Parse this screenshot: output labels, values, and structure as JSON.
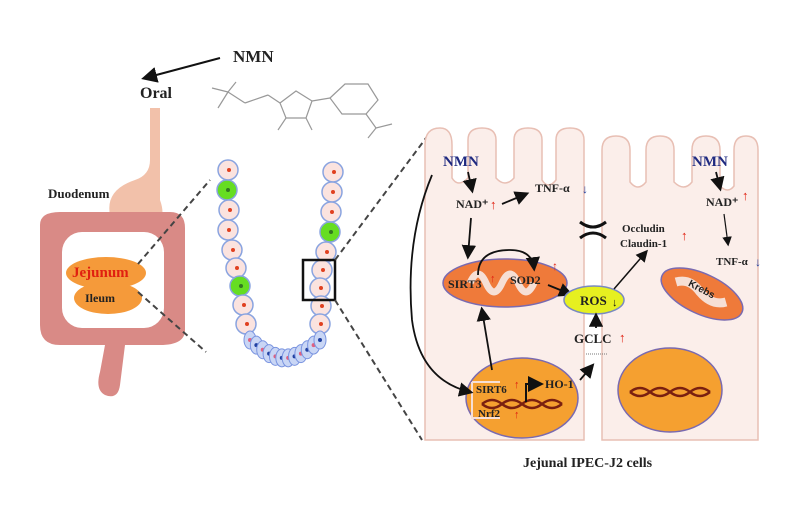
{
  "labels": {
    "nmn_top": "NMN",
    "oral": "Oral",
    "duodenum": "Duodenum",
    "jejunum": "Jejunum",
    "ileum": "Ileum",
    "caption": "Jejunal IPEC-J2 cells"
  },
  "left_cell": {
    "nmn": "NMN",
    "nad": "NAD⁺",
    "tnf": "TNF-α",
    "sirt3": "SIRT3",
    "sod2": "SOD2",
    "ros": "ROS",
    "gclc": "GCLC",
    "sirt6": "SIRT6",
    "nrf2": "Nrf2",
    "ho1": "HO-1"
  },
  "right_cell": {
    "nmn": "NMN",
    "nad": "NAD⁺",
    "tnf": "TNF-α",
    "occludin": "Occludin",
    "claudin": "Claudin-1",
    "krebs": "Krebs"
  },
  "indicators": {
    "up_symbol": "↑",
    "down_symbol": "↓",
    "up_color": "#e02010",
    "down_color": "#2040a0"
  },
  "colors": {
    "intestine": "#d98a86",
    "stomach": "#f2c1aa",
    "jejunum": "#f59a3a",
    "cell_bg": "#fbeeea",
    "mito": "#ef7a3a",
    "nucleus": "#f5a030",
    "ros": "#e6f020",
    "goblet": "#66dd22"
  }
}
